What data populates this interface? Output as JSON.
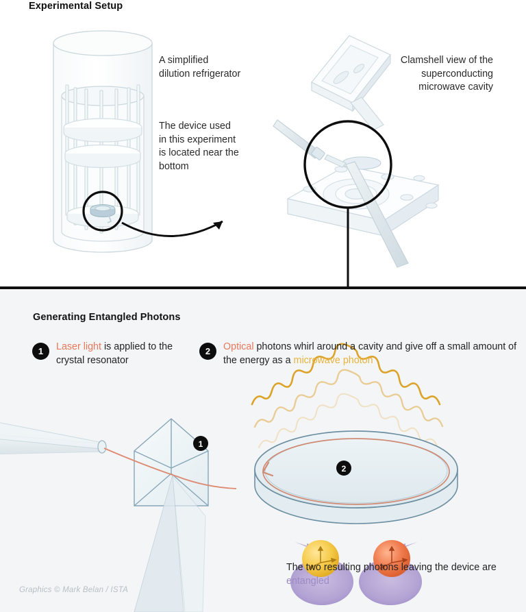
{
  "sections": {
    "top": {
      "title": "Experimental Setup",
      "notes": {
        "fridge": "A simplified\ndilution refrigerator",
        "device": "The device used\nin this experiment\nis located near the\nbottom",
        "clamshell": "Clamshell view of the\nsuperconducting\nmicrowave cavity"
      }
    },
    "bottom": {
      "title": "Generating Entangled Photons",
      "steps": [
        {
          "number": "1",
          "highlight": "Laser light",
          "rest": " is applied to the crystal resonator"
        },
        {
          "number": "2",
          "highlight": "Optical",
          "middle": " photons whirl around a cavity and give off a small amount of the energy as a ",
          "highlight2": "microwave photon"
        }
      ],
      "caption": {
        "lead": "The two resulting photons leaving the device are ",
        "highlight": "entangled"
      },
      "labels": {
        "diagram_badge_1": "1",
        "diagram_badge_2": "2"
      }
    }
  },
  "credits": "Graphics © Mark Belan / ISTA",
  "colors": {
    "panel_top_bg": "#ffffff",
    "panel_bottom_bg": "#f4f5f6",
    "divider": "#101010",
    "laser_coral": "#e8775c",
    "microwave_gold": "#e8b33c",
    "entangled_purple": "#9b8ac4",
    "glass_outline": "#c7d3da",
    "cavity_outline": "#6d8fa2",
    "badge_bg": "#0d0d0d",
    "credits_gray": "#b6bfc6",
    "photon_yellow": "#f5c93f",
    "photon_orange": "#ef7043"
  },
  "icons": {
    "magnifier": "magnifier-circle-icon",
    "arrow": "curved-arrow-icon",
    "waves": "microwave-wave-icon",
    "entangled": "entangled-photon-pair-icon"
  }
}
